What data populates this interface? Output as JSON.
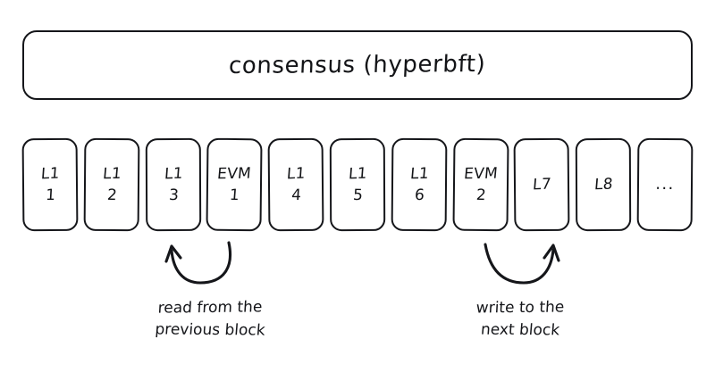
{
  "banner": {
    "label": "consensus (hyperbft)"
  },
  "blocks": [
    {
      "name": "block-l1-1",
      "line1": "L1",
      "line2": "1",
      "kind": "l1"
    },
    {
      "name": "block-l1-2",
      "line1": "L1",
      "line2": "2",
      "kind": "l1"
    },
    {
      "name": "block-l1-3",
      "line1": "L1",
      "line2": "3",
      "kind": "l1"
    },
    {
      "name": "block-evm-1",
      "line1": "EVM",
      "line2": "1",
      "kind": "evm"
    },
    {
      "name": "block-l1-4",
      "line1": "L1",
      "line2": "4",
      "kind": "l1"
    },
    {
      "name": "block-l1-5",
      "line1": "L1",
      "line2": "5",
      "kind": "l1"
    },
    {
      "name": "block-l1-6",
      "line1": "L1",
      "line2": "6",
      "kind": "l1"
    },
    {
      "name": "block-evm-2",
      "line1": "EVM",
      "line2": "2",
      "kind": "evm"
    },
    {
      "name": "block-l7",
      "line1": "L7",
      "line2": "",
      "kind": "single"
    },
    {
      "name": "block-l8",
      "line1": "L8",
      "line2": "",
      "kind": "single"
    },
    {
      "name": "block-ellipsis",
      "line1": "...",
      "line2": "",
      "kind": "dots"
    }
  ],
  "annotations": {
    "read": {
      "line1": "read from the",
      "line2": "previous block"
    },
    "write": {
      "line1": "write to the",
      "line2": "next block"
    }
  },
  "colors": {
    "stroke": "#15161a",
    "text": "#131417",
    "background": "#ffffff"
  }
}
